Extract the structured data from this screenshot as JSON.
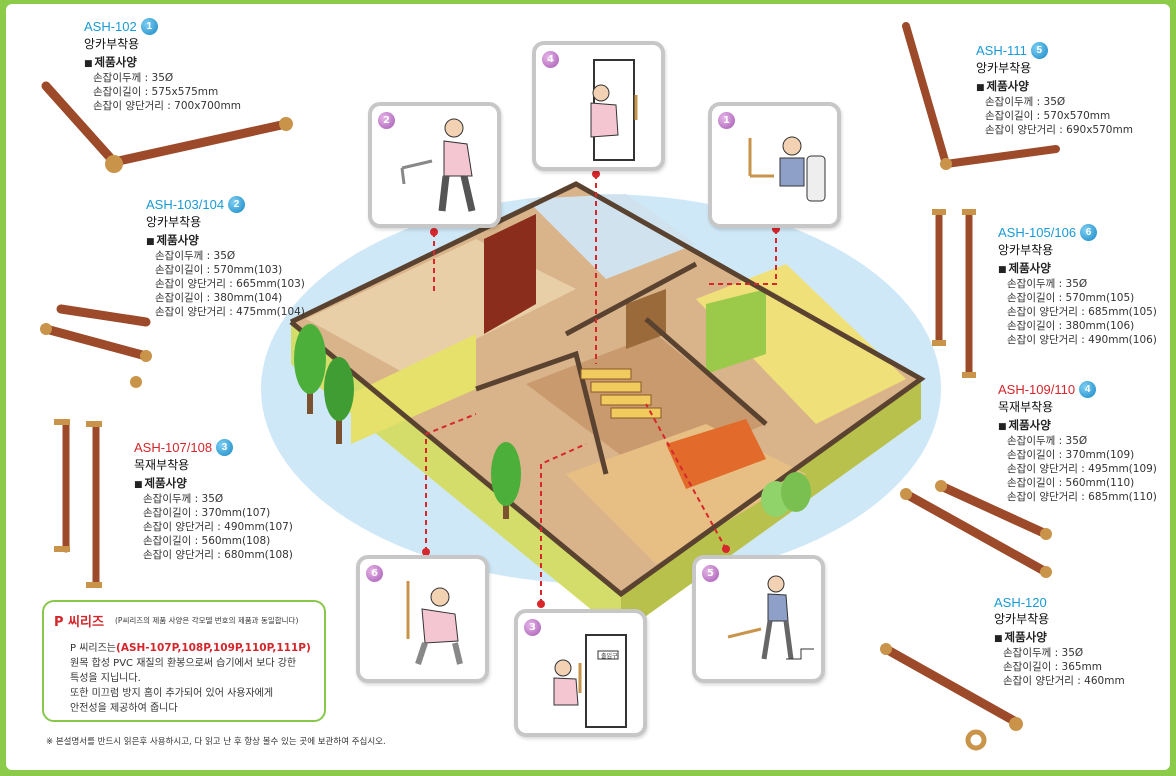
{
  "products": [
    {
      "code": "ASH-102",
      "badge": "1",
      "type": "앙카부착용",
      "spec_title": "제품사양",
      "specs": [
        "손잡이두께 : 35Ø",
        "손잡이길이 : 575x575mm",
        "손잡이 양단거리 : 700x700mm"
      ]
    },
    {
      "code": "ASH-103/104",
      "badge": "2",
      "type": "앙카부착용",
      "spec_title": "제품사양",
      "specs": [
        "손잡이두께 : 35Ø",
        "손잡이길이 : 570mm(103)",
        "손잡이 양단거리 : 665mm(103)",
        "손잡이길이 : 380mm(104)",
        "손잡이 양단거리 : 475mm(104)"
      ]
    },
    {
      "code": "ASH-107/108",
      "badge": "3",
      "type": "목재부착용",
      "spec_title": "제품사양",
      "specs": [
        "손잡이두께 : 35Ø",
        "손잡이길이 : 370mm(107)",
        "손잡이 양단거리 : 490mm(107)",
        "손잡이길이 : 560mm(108)",
        "손잡이 양단거리 : 680mm(108)"
      ]
    },
    {
      "code": "ASH-111",
      "badge": "5",
      "type": "앙카부착용",
      "spec_title": "제품사양",
      "specs": [
        "손잡이두께 : 35Ø",
        "손잡이길이 : 570x570mm",
        "손잡이 양단거리 : 690x570mm"
      ]
    },
    {
      "code": "ASH-105/106",
      "badge": "6",
      "type": "앙카부착용",
      "spec_title": "제품사양",
      "specs": [
        "손잡이두께 : 35Ø",
        "손잡이길이 : 570mm(105)",
        "손잡이 양단거리 : 685mm(105)",
        "손잡이길이 : 380mm(106)",
        "손잡이 양단거리 : 490mm(106)"
      ]
    },
    {
      "code": "ASH-109/110",
      "badge": "4",
      "type": "목재부착용",
      "spec_title": "제품사양",
      "specs": [
        "손잡이두께 : 35Ø",
        "손잡이길이 : 370mm(109)",
        "손잡이 양단거리 : 495mm(109)",
        "손잡이길이 : 560mm(110)",
        "손잡이 양단거리 : 685mm(110)"
      ]
    },
    {
      "code": "ASH-120",
      "badge": "",
      "type": "앙카부착용",
      "spec_title": "제품사양",
      "specs": [
        "손잡이두께 : 35Ø",
        "손잡이길이 : 365mm",
        "손잡이 양단거리 : 460mm"
      ]
    }
  ],
  "scenes": [
    "1",
    "2",
    "3",
    "4",
    "5",
    "6"
  ],
  "door_sign": "출입구",
  "series": {
    "title": "P 씨리즈",
    "note": "(P씨리즈의 제품 사양은 각모델 번호의 제품과 동일합니다)",
    "line1_prefix": "P 씨리즈는",
    "line1_models": "(ASH-107P,108P,109P,110P,111P)",
    "body": [
      "원목 합성 PVC 재질의 환봉으로써 습기에서 보다 강한",
      "특성을 지닙니다.",
      "또한 미끄럼 방지 홈이 추가되어 있어 사용자에게",
      "안전성을 제공하여 줍니다"
    ]
  },
  "footer": "※ 본설명서를 반드시 읽은후 사용하시고, 다 읽고 난 후 항상 볼수 있는 곳에 보관하여 주십시오.",
  "colors": {
    "frame": "#8ccb4a",
    "code": "#1a9ad6",
    "code_red": "#d4262b",
    "rail": "#9c4a2a",
    "brass": "#c9944a",
    "leader": "#d8272c"
  }
}
